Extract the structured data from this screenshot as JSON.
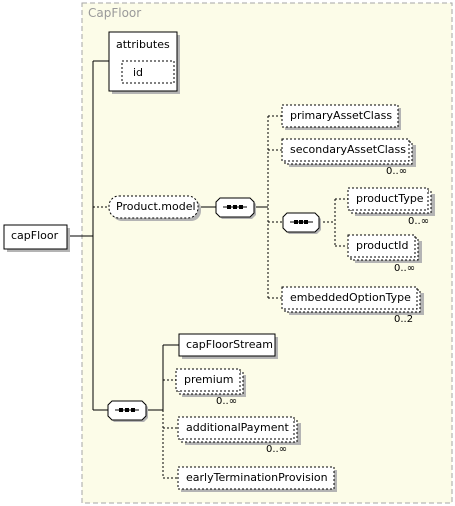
{
  "group": {
    "title": "CapFloor"
  },
  "root": {
    "label": "capFloor"
  },
  "attributes": {
    "label": "attributes",
    "id": "id"
  },
  "product_model": {
    "label": "Product.model",
    "primary_asset_class": "primaryAssetClass",
    "secondary_asset_class": "secondaryAssetClass",
    "secondary_asset_class_occurs": "0..∞",
    "product_type": "productType",
    "product_type_occurs": "0..∞",
    "product_id": "productId",
    "product_id_occurs": "0..∞",
    "embedded_option_type": "embeddedOptionType",
    "embedded_option_type_occurs": "0..2"
  },
  "cap_floor_sequence": {
    "cap_floor_stream": "capFloorStream",
    "premium": "premium",
    "premium_occurs": "0..∞",
    "additional_payment": "additionalPayment",
    "additional_payment_occurs": "0..∞",
    "early_termination_provision": "earlyTerminationProvision"
  },
  "colors": {
    "group_border": "#a6a6a6",
    "group_fill": "#fcfce8",
    "node_fill": "#ffffff",
    "shadow": "#b4b4b4",
    "line": "#000000"
  }
}
